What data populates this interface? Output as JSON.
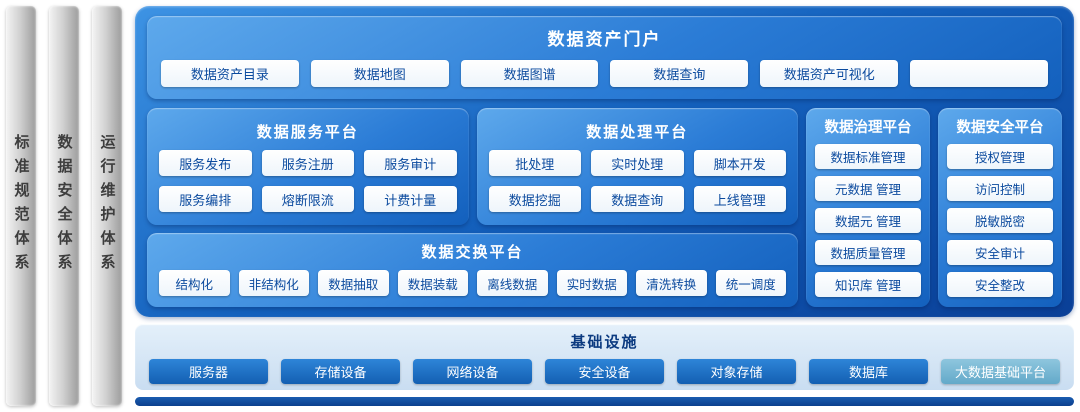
{
  "side_bars": [
    {
      "label": "标准规范体系"
    },
    {
      "label": "数据安全体系"
    },
    {
      "label": "运行维护体系"
    }
  ],
  "portal": {
    "title": "数据资产门户",
    "items": [
      "数据资产目录",
      "数据地图",
      "数据图谱",
      "数据查询",
      "数据资产可视化",
      ""
    ]
  },
  "service_platform": {
    "title": "数据服务平台",
    "items": [
      "服务发布",
      "服务注册",
      "服务审计",
      "服务编排",
      "熔断限流",
      "计费计量"
    ]
  },
  "processing_platform": {
    "title": "数据处理平台",
    "items": [
      "批处理",
      "实时处理",
      "脚本开发",
      "数据挖掘",
      "数据查询",
      "上线管理"
    ]
  },
  "governance_platform": {
    "title": "数据治理平台",
    "items": [
      "数据标准管理",
      "元数据 管理",
      "数据元 管理",
      "数据质量管理",
      "知识库 管理"
    ]
  },
  "security_platform": {
    "title": "数据安全平台",
    "items": [
      "授权管理",
      "访问控制",
      "脱敏脱密",
      "安全审计",
      "安全整改"
    ]
  },
  "exchange_platform": {
    "title": "数据交换平台",
    "items": [
      "结构化",
      "非结构化",
      "数据抽取",
      "数据装载",
      "离线数据",
      "实时数据",
      "清洗转换",
      "统一调度"
    ]
  },
  "infrastructure": {
    "title": "基础设施",
    "items": [
      "服务器",
      "存储设备",
      "网络设备",
      "安全设备",
      "对象存储",
      "数据库",
      "大数据基础平台"
    ]
  },
  "colors": {
    "container_blue": "#1461bd",
    "panel_blue": "#2b7cd6",
    "button_text_blue": "#0b4a9e",
    "infra_background": "#d6e7f6",
    "infra_button_blue": "#1b6cc0",
    "infra_button_teal": "#74b9d6",
    "sidebar_silver": "#cfcfcf"
  }
}
